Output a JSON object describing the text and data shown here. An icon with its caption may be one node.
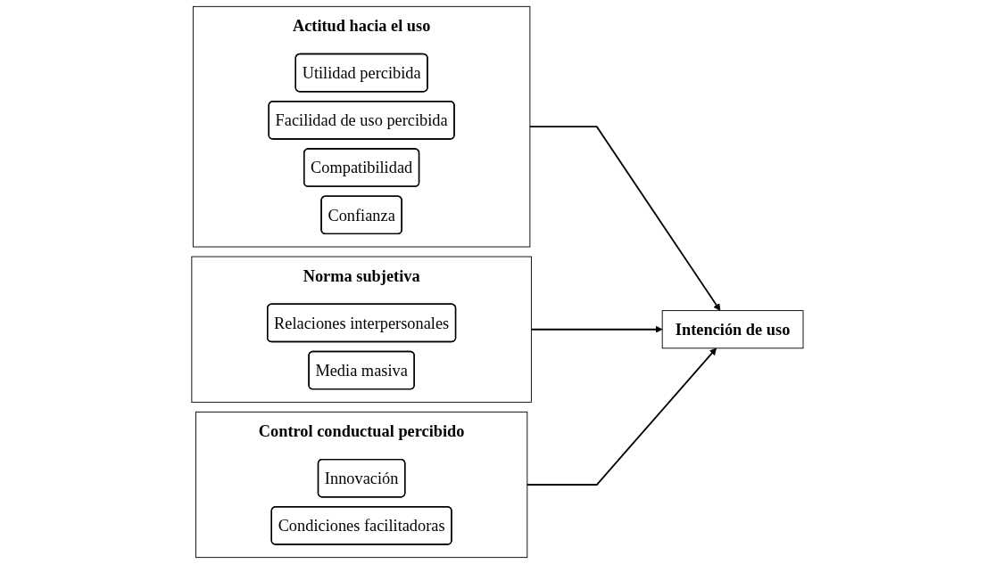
{
  "diagram": {
    "nodes": [
      {
        "text": [
          "Actitud hacia el uso"
        ]
      },
      {
        "text": [
          "Utilidad percibida"
        ],
        "in": 0
      },
      {
        "text": [
          "Facilidad de uso percibida"
        ],
        "in": 0
      },
      {
        "text": [
          "Compatibilidad"
        ],
        "in": 0
      },
      {
        "text": [
          "Confianza"
        ],
        "in": 0
      },
      {
        "text": [
          "Norma subjetiva"
        ]
      },
      {
        "text": [
          "Relaciones interpersonales"
        ],
        "in": 5
      },
      {
        "text": [
          "Media masiva"
        ],
        "in": 5
      },
      {
        "text": [
          "Control conductual percibido"
        ]
      },
      {
        "text": [
          "Innovación"
        ],
        "in": 8
      },
      {
        "text": [
          "Condiciones facilitadoras"
        ],
        "in": 8
      },
      {
        "text": [
          "Intención de uso"
        ]
      }
    ],
    "edges": [
      {
        "from": 0,
        "to": 11,
        "arrow": "to"
      },
      {
        "from": 5,
        "to": 11,
        "arrow": "to"
      },
      {
        "from": 8,
        "to": 11,
        "arrow": "to"
      }
    ]
  }
}
